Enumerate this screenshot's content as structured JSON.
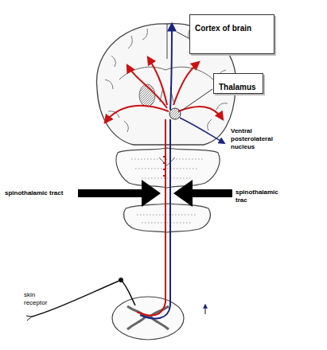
{
  "diagram": {
    "nodes": [
      {
        "text": [
          "Cortex of brain"
        ]
      },
      {
        "text": [
          "Thalamus"
        ]
      }
    ],
    "labels": [
      "Ventral posterolateral nucleus",
      "spinothalamic tract",
      "spinothalamic trac",
      "skin receptor"
    ]
  }
}
